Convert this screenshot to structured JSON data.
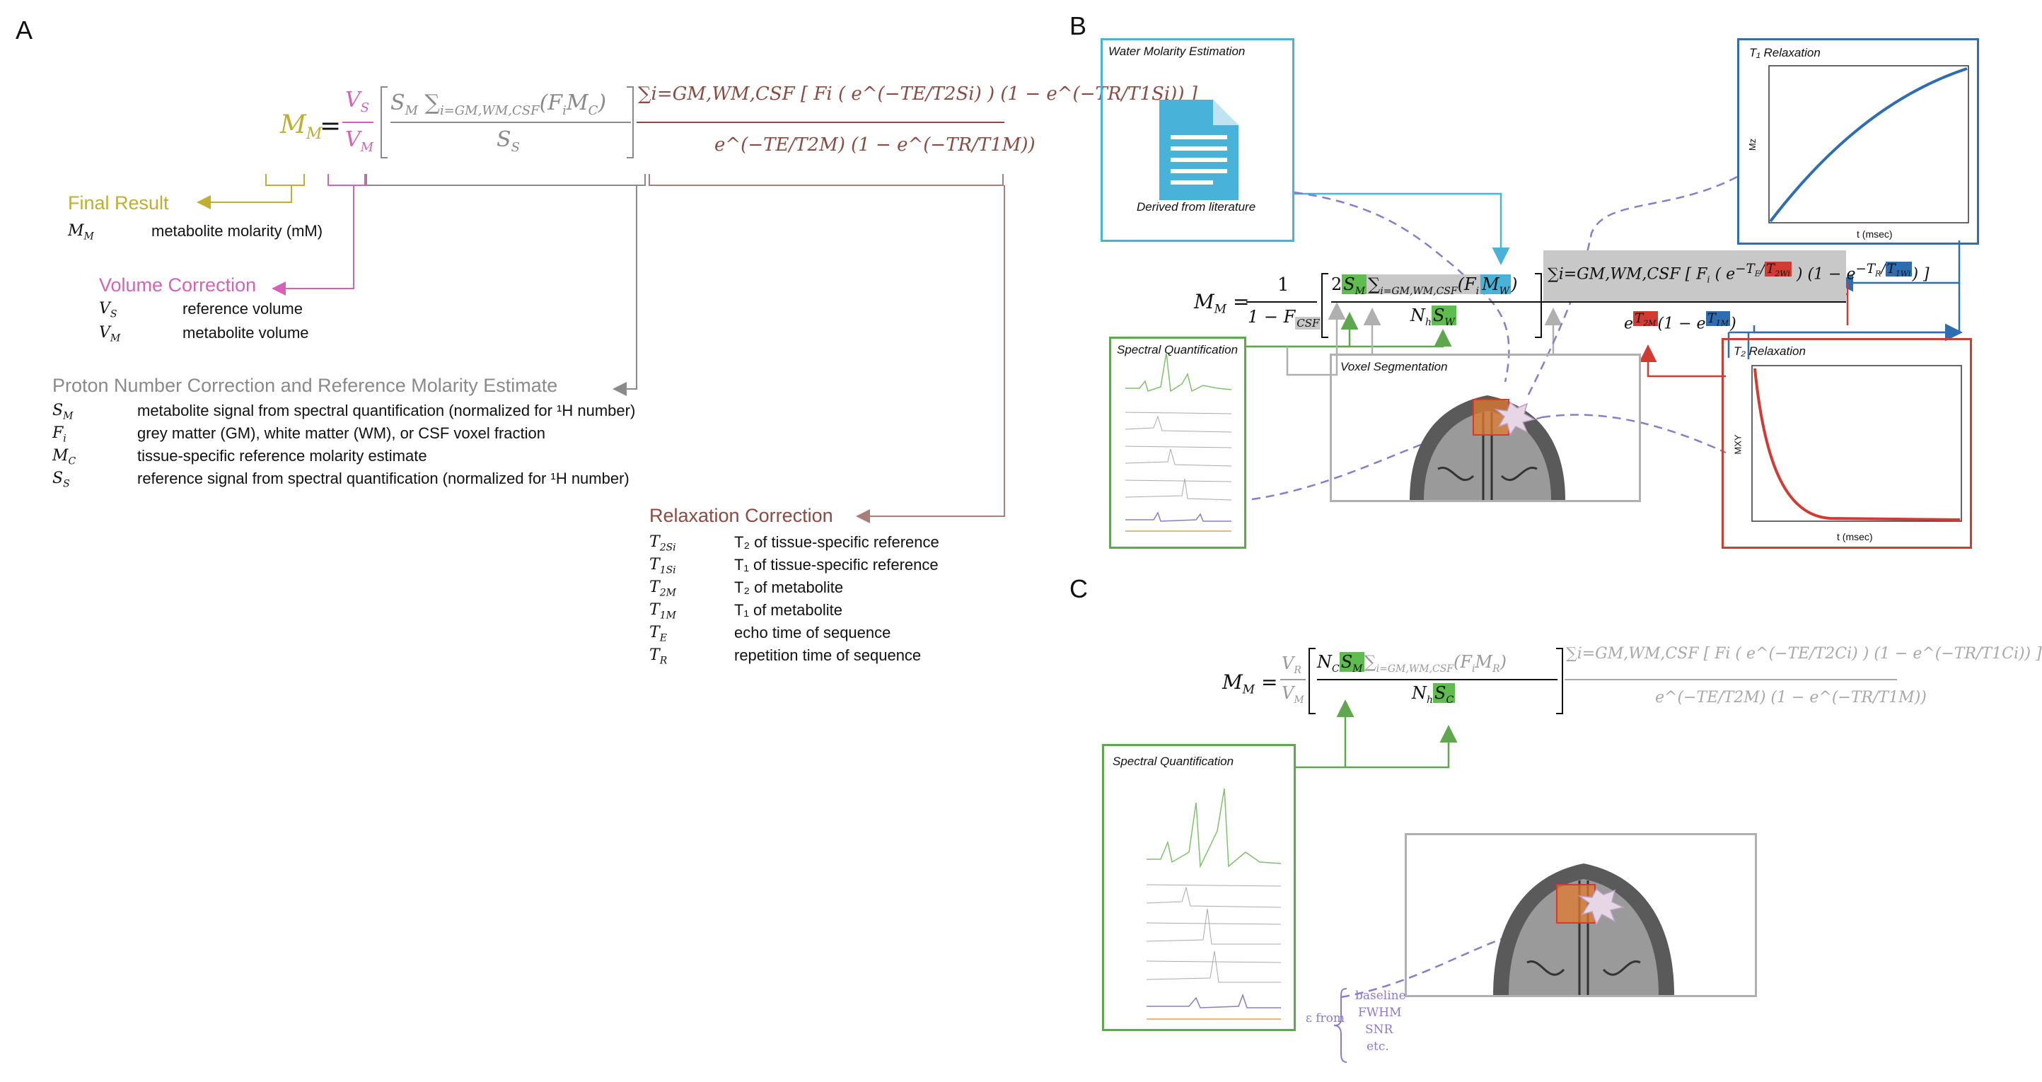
{
  "panels": {
    "a": "A",
    "b": "B",
    "c": "C"
  },
  "colors": {
    "final": "#bfae2f",
    "volume": "#d463b8",
    "proton": "#8a8a8a",
    "relax": "#8a4b42",
    "water": "#49b2d8",
    "t1": "#2e6db0",
    "t2": "#d13b32",
    "spectral": "#5fa84f",
    "voxel": "#b0b0b0",
    "dash": "#8c7acb"
  },
  "panel_a": {
    "eq": {
      "lhs": "M",
      "lhs_sub": "M",
      "vs": "V",
      "vs_sub": "S",
      "vm": "V",
      "vm_sub": "M",
      "num1": "S",
      "num1_sub": "M",
      "sum": "∑",
      "sum_sub": "i=GM,WM,CSF",
      "paren": "(F",
      "paren_sub": "i",
      "paren2": "M",
      "paren2_sub": "C",
      "paren_close": ")",
      "den1": "S",
      "den1_sub": "S",
      "relax_num": "∑i=GM,WM,CSF [ Fi ( e^(−TE/T2Si) ) (1 − e^(−TR/T1Si)) ]",
      "relax_den": "e^(−TE/T2M) (1 − e^(−TR/T1M))",
      "equals": "="
    },
    "final": {
      "title": "Final Result",
      "items": [
        {
          "sym": "M",
          "sub": "M",
          "desc": "metabolite molarity (mM)"
        }
      ]
    },
    "volume": {
      "title": "Volume Correction",
      "items": [
        {
          "sym": "V",
          "sub": "S",
          "desc": "reference volume"
        },
        {
          "sym": "V",
          "sub": "M",
          "desc": "metabolite volume"
        }
      ]
    },
    "proton": {
      "title": "Proton Number Correction and Reference Molarity Estimate",
      "items": [
        {
          "sym": "S",
          "sub": "M",
          "desc": "metabolite signal from spectral quantification (normalized for ¹H number)"
        },
        {
          "sym": "F",
          "sub": "i",
          "desc": "grey matter (GM), white matter (WM), or CSF voxel fraction"
        },
        {
          "sym": "M",
          "sub": "C",
          "desc": "tissue-specific reference molarity estimate"
        },
        {
          "sym": "S",
          "sub": "S",
          "desc": "reference signal from spectral quantification (normalized for ¹H number)"
        }
      ]
    },
    "relax": {
      "title": "Relaxation Correction",
      "items": [
        {
          "sym": "T",
          "sub": "2Si",
          "desc": "T₂ of tissue-specific reference"
        },
        {
          "sym": "T",
          "sub": "1Si",
          "desc": "T₁ of tissue-specific reference"
        },
        {
          "sym": "T",
          "sub": "2M",
          "desc": "T₂ of metabolite"
        },
        {
          "sym": "T",
          "sub": "1M",
          "desc": "T₁ of metabolite"
        },
        {
          "sym": "T",
          "sub": "E",
          "desc": "echo time of sequence"
        },
        {
          "sym": "T",
          "sub": "R",
          "desc": "repetition time of sequence"
        }
      ]
    }
  },
  "panel_b": {
    "water_box_title": "Water Molarity Estimation",
    "water_box_caption": "Derived from literature",
    "t1_box_title": "T₁ Relaxation",
    "t1_ylabel": "Mz",
    "t1_xlabel": "t (msec)",
    "t2_box_title": "T₂ Relaxation",
    "t2_ylabel": "MXY",
    "t2_xlabel": "t (msec)",
    "spectral_title": "Spectral Quantification",
    "voxel_title": "Voxel Segmentation",
    "eq": {
      "lhs": "M",
      "lhs_sub": "M",
      "one": "1",
      "fcsf": "1 − F",
      "fcsf_sub": "CSF",
      "two": "2",
      "sm": "S",
      "sm_sub": "M",
      "sum": "∑",
      "sum_sub": "i=GM,WM,CSF",
      "fi": "(F",
      "fi_sub": "i",
      "mw": "M",
      "mw_sub": "W",
      "nh": "N",
      "nh_sub": "h",
      "sw": "S",
      "sw_sub": "W",
      "relax_sum": "∑i=GM,WM,CSF",
      "fi2": "F",
      "fi2_sub": "i",
      "te_frac": "−T",
      "te_sub": "E",
      "e_t2": "e",
      "t2wi": "T",
      "t2wi_sub": "2Wi",
      "minus_e": "(1 − e",
      "tr_frac": "−T",
      "tr_sub": "R",
      "t1wi": "T",
      "t1wi_sub": "1Wi",
      "den_e": "e",
      "t2m": "T",
      "t2m_sub": "2M",
      "den_mid": "(1 − e",
      "t1m": "T",
      "t1m_sub": "1M",
      "close": ")"
    }
  },
  "panel_c": {
    "spectral_title": "Spectral Quantification",
    "epsilon_from": "ε from",
    "epsilon_items": [
      "baseline",
      "FWHM",
      "SNR",
      "etc."
    ],
    "eq": {
      "lhs": "M",
      "lhs_sub": "M",
      "vr": "V",
      "vr_sub": "R",
      "vm": "V",
      "vm_sub": "M",
      "nc": "N",
      "nc_sub": "C",
      "sm": "S",
      "sm_sub": "M",
      "sum": "∑",
      "sum_sub": "i=GM,WM,CSF",
      "fi": "(F",
      "fi_sub": "i",
      "mr": "M",
      "mr_sub": "R",
      "nh": "N",
      "nh_sub": "h",
      "sc": "S",
      "sc_sub": "C",
      "relax_num": "∑i=GM,WM,CSF [ Fi ( e^(−TE/T2Ci) ) (1 − e^(−TR/T1Ci)) ]",
      "relax_den": "e^(−TE/T2M) (1 − e^(−TR/T1M))"
    }
  }
}
